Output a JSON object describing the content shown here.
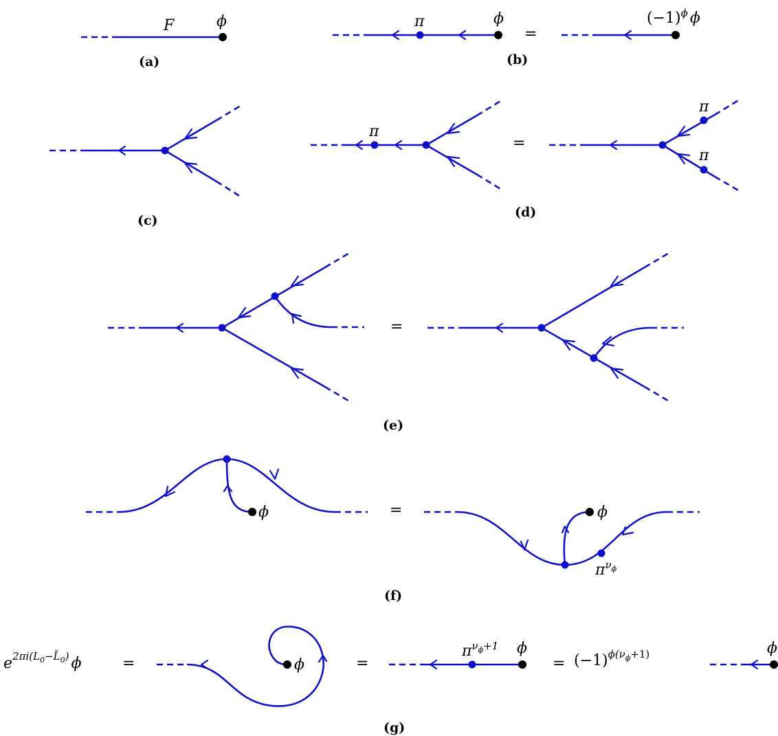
{
  "captions": {
    "a": "(a)",
    "b": "(b)",
    "c": "(c)",
    "d": "(d)",
    "e": "(e)",
    "f": "(f)",
    "g": "(g)"
  },
  "symbols": {
    "F": "F",
    "phi": "ϕ",
    "pi": "π",
    "equals": "=",
    "minus_one": "(−1)",
    "pi_nu_exp": "ν",
    "pi_nu_sub": "ϕ",
    "pi_nu1_exp": "ν",
    "pi_nu1_sub": "ϕ",
    "pi_nu1_plus": "+1",
    "sign_exp": "ϕ",
    "sign2_exp": "ϕ(ν",
    "sign2_sub": "ϕ",
    "sign2_tail": "+1)",
    "twist_base": "e",
    "twist_exp": "2πi(L",
    "twist_sub0": "0",
    "twist_mid": "−",
    "twist_bar": "L̄",
    "twist_sub1": "0",
    "twist_close": ")"
  },
  "colors": {
    "line": "#1010c8",
    "field_dot": "#000000"
  }
}
